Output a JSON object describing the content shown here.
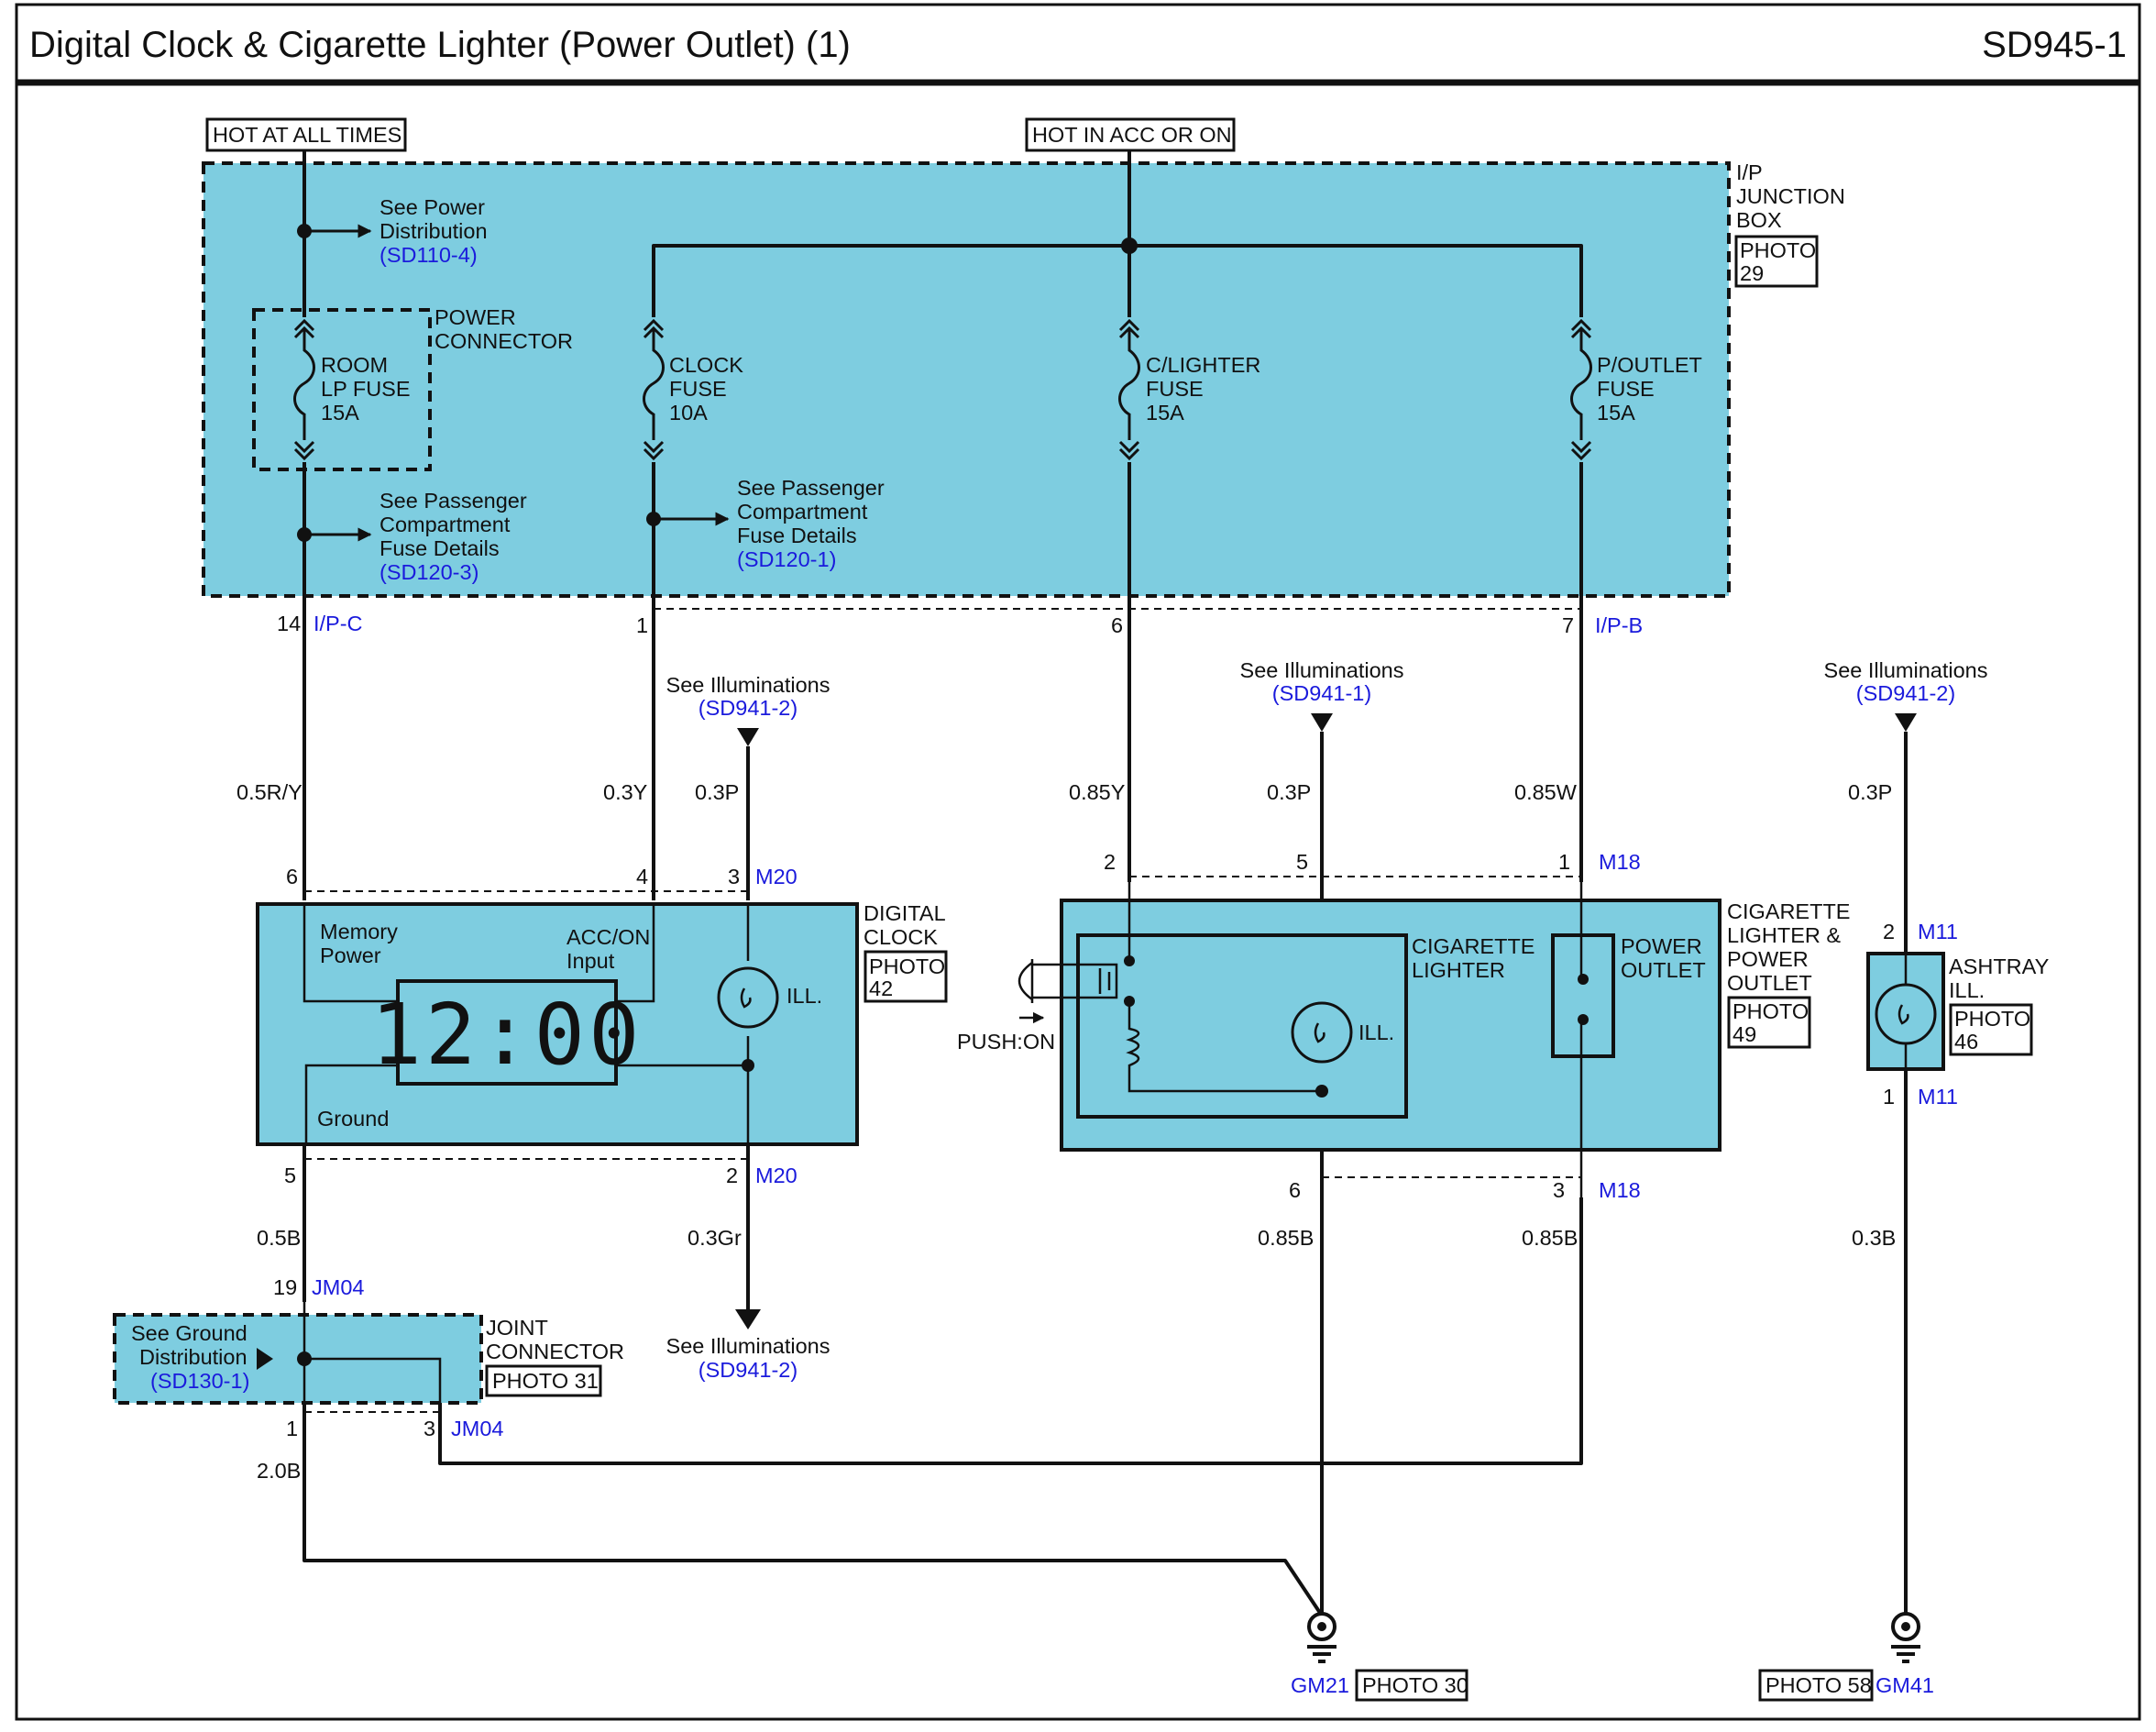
{
  "header": {
    "title": "Digital Clock & Cigarette Lighter (Power Outlet) (1)",
    "code": "SD945-1"
  },
  "power_sources": {
    "hot_always": "HOT AT ALL TIMES",
    "hot_acc_on": "HOT IN ACC OR ON"
  },
  "junction_box": {
    "name_line1": "I/P",
    "name_line2": "JUNCTION",
    "name_line3": "BOX",
    "photo_line1": "PHOTO",
    "photo_line2": "29"
  },
  "power_connector": {
    "line1": "POWER",
    "line2": "CONNECTOR"
  },
  "fuses": [
    {
      "line1": "ROOM",
      "line2": "LP FUSE",
      "line3": "15A"
    },
    {
      "line1": "CLOCK",
      "line2": "FUSE",
      "line3": "10A"
    },
    {
      "line1": "C/LIGHTER",
      "line2": "FUSE",
      "line3": "15A"
    },
    {
      "line1": "P/OUTLET",
      "line2": "FUSE",
      "line3": "15A"
    }
  ],
  "refs": {
    "power_dist": {
      "line1": "See Power",
      "line2": "Distribution",
      "code": "(SD110-4)"
    },
    "pass_fuse_a": {
      "line1": "See Passenger",
      "line2": "Compartment",
      "line3": "Fuse Details",
      "code": "(SD120-3)"
    },
    "pass_fuse_b": {
      "line1": "See Passenger",
      "line2": "Compartment",
      "line3": "Fuse Details",
      "code": "(SD120-1)"
    },
    "illum_clock_top": {
      "line1": "See Illuminations",
      "code": "(SD941-2)"
    },
    "illum_lighter": {
      "line1": "See Illuminations",
      "code": "(SD941-1)"
    },
    "illum_ashtray": {
      "line1": "See Illuminations",
      "code": "(SD941-2)"
    },
    "illum_clock_bottom": {
      "line1": "See Illuminations",
      "code": "(SD941-2)"
    },
    "ground_dist": {
      "line1": "See Ground",
      "line2": "Distribution",
      "code": "(SD130-1)"
    }
  },
  "connectors": {
    "ipc": {
      "pin": "14",
      "name": "I/P-C"
    },
    "ipb": {
      "pin1": "1",
      "pin6": "6",
      "pin7": "7",
      "name": "I/P-B"
    },
    "m20_top": {
      "pin6": "6",
      "pin4": "4",
      "pin3": "3",
      "name": "M20"
    },
    "m20_bottom": {
      "pin5": "5",
      "pin2": "2",
      "name": "M20"
    },
    "m18_top": {
      "pin2": "2",
      "pin5": "5",
      "pin1": "1",
      "name": "M18"
    },
    "m18_bottom": {
      "pin6": "6",
      "pin3": "3",
      "name": "M18"
    },
    "m11_top": {
      "pin": "2",
      "name": "M11"
    },
    "m11_bottom": {
      "pin": "1",
      "name": "M11"
    },
    "jm04_top": {
      "pin": "19",
      "name": "JM04"
    },
    "jm04_bottom": {
      "pin1": "1",
      "pin3": "3",
      "name": "JM04"
    }
  },
  "wires": {
    "w_05ry": "0.5R/Y",
    "w_03y": "0.3Y",
    "w_03p_a": "0.3P",
    "w_085y": "0.85Y",
    "w_03p_b": "0.3P",
    "w_085w": "0.85W",
    "w_03p_c": "0.3P",
    "w_05b": "0.5B",
    "w_03gr": "0.3Gr",
    "w_085b_a": "0.85B",
    "w_085b_b": "0.85B",
    "w_03b": "0.3B",
    "w_20b": "2.0B"
  },
  "digital_clock": {
    "name_line1": "DIGITAL",
    "name_line2": "CLOCK",
    "photo_line1": "PHOTO",
    "photo_line2": "42",
    "memory_line1": "Memory",
    "memory_line2": "Power",
    "acc_line1": "ACC/ON",
    "acc_line2": "Input",
    "ground": "Ground",
    "ill": "ILL.",
    "display": "12:00"
  },
  "cig_assembly": {
    "name_line1": "CIGARETTE",
    "name_line2": "LIGHTER &",
    "name_line3": "POWER",
    "name_line4": "OUTLET",
    "photo_line1": "PHOTO",
    "photo_line2": "49",
    "lighter_line1": "CIGARETTE",
    "lighter_line2": "LIGHTER",
    "outlet_line1": "POWER",
    "outlet_line2": "OUTLET",
    "ill": "ILL.",
    "push": "PUSH:ON"
  },
  "ashtray": {
    "name_line1": "ASHTRAY",
    "name_line2": "ILL.",
    "photo_line1": "PHOTO",
    "photo_line2": "46"
  },
  "joint_connector": {
    "line1": "JOINT",
    "line2": "CONNECTOR",
    "photo": "PHOTO 31"
  },
  "grounds": {
    "gm21": {
      "name": "GM21",
      "photo": "PHOTO 30"
    },
    "gm41": {
      "name": "GM41",
      "photo": "PHOTO 58"
    }
  }
}
